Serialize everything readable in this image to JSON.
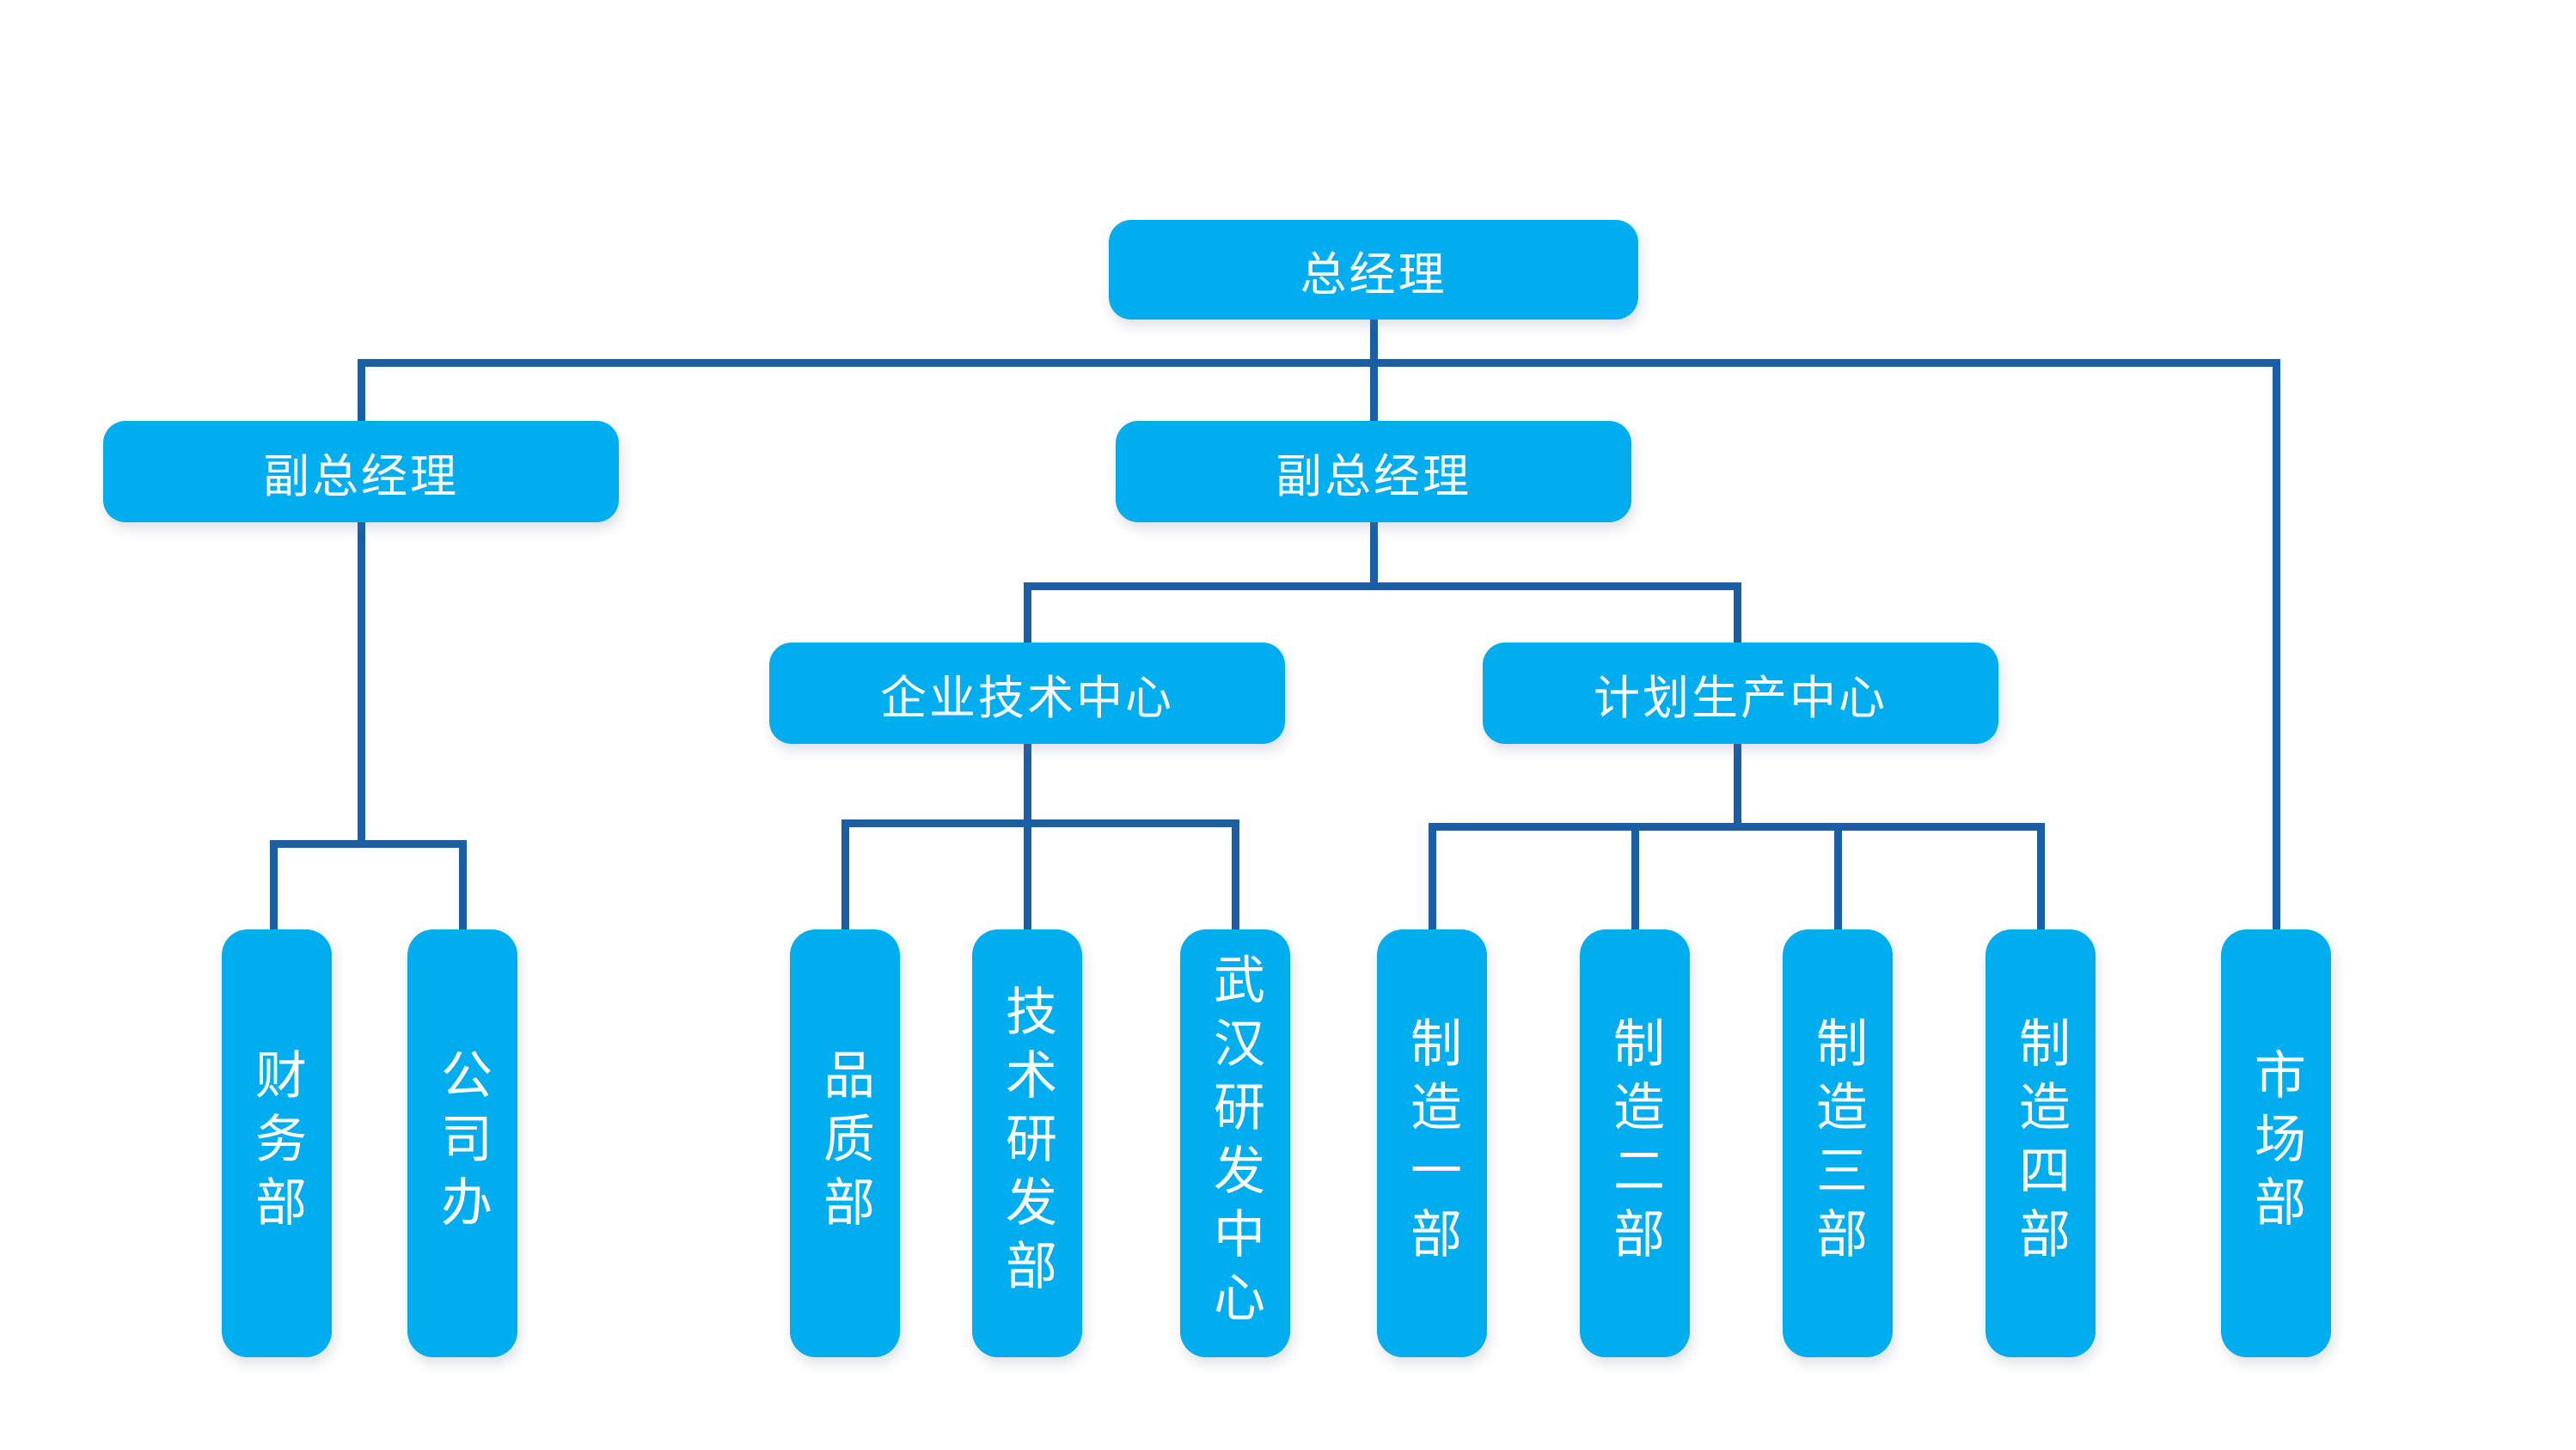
{
  "colors": {
    "node_fill": "#00aeef",
    "line": "#1a5fa6",
    "text": "#ffffff",
    "background": "#ffffff"
  },
  "diagram": {
    "type": "org-chart",
    "nodes": {
      "gm": {
        "label": "总经理",
        "level": 1
      },
      "vgm_left": {
        "label": "副总经理",
        "level": 2
      },
      "vgm_center": {
        "label": "副总经理",
        "level": 2
      },
      "tech_center": {
        "label": "企业技术中心",
        "level": 3
      },
      "plan_center": {
        "label": "计划生产中心",
        "level": 3
      },
      "finance": {
        "label": "财务部",
        "level": 4
      },
      "company_office": {
        "label": "公司办",
        "level": 4
      },
      "quality": {
        "label": "品质部",
        "level": 4
      },
      "tech_rd": {
        "label": "技术研发部",
        "level": 4
      },
      "wuhan_rd": {
        "label": "武汉研发中心",
        "level": 4
      },
      "mfg1": {
        "label": "制造一部",
        "level": 4
      },
      "mfg2": {
        "label": "制造二部",
        "level": 4
      },
      "mfg3": {
        "label": "制造三部",
        "level": 4
      },
      "mfg4": {
        "label": "制造四部",
        "level": 4
      },
      "market": {
        "label": "市场部",
        "level": 4
      }
    },
    "hierarchy": [
      {
        "parent": "gm",
        "children": [
          "vgm_left",
          "vgm_center",
          "market"
        ]
      },
      {
        "parent": "vgm_left",
        "children": [
          "finance",
          "company_office"
        ]
      },
      {
        "parent": "vgm_center",
        "children": [
          "tech_center",
          "plan_center"
        ]
      },
      {
        "parent": "tech_center",
        "children": [
          "quality",
          "tech_rd",
          "wuhan_rd"
        ]
      },
      {
        "parent": "plan_center",
        "children": [
          "mfg1",
          "mfg2",
          "mfg3",
          "mfg4"
        ]
      }
    ]
  }
}
